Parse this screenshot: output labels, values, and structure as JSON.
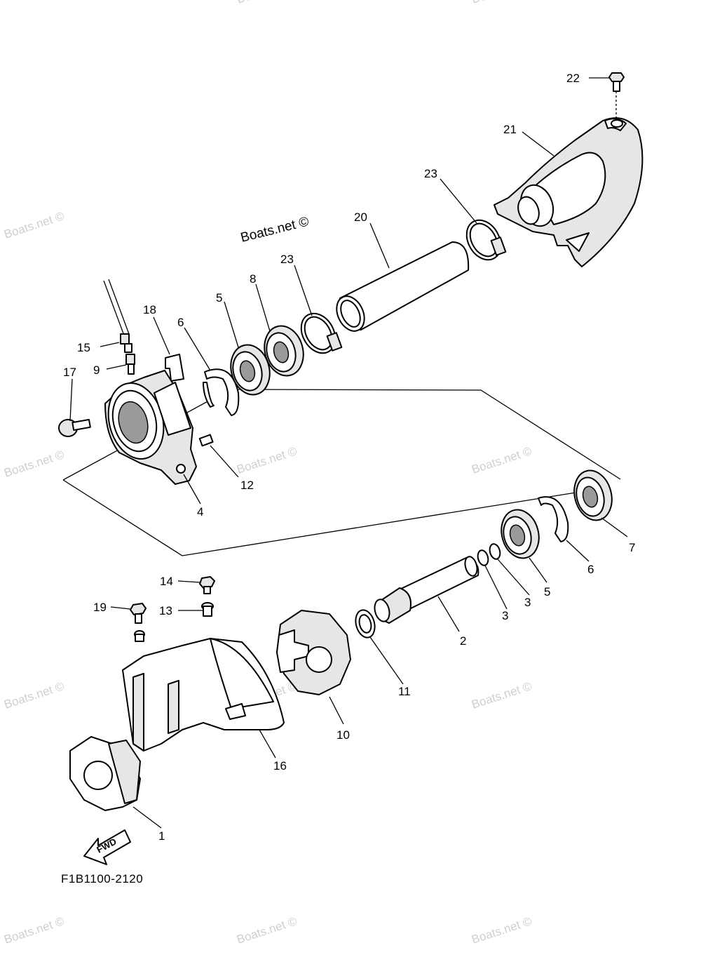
{
  "diagram": {
    "code": "F1B1100-2120",
    "brand_watermark": "Boats.net ©",
    "fwd_label": "FWD",
    "callouts": [
      {
        "id": "c1",
        "text": "1"
      },
      {
        "id": "c2",
        "text": "2"
      },
      {
        "id": "c3a",
        "text": "3"
      },
      {
        "id": "c3b",
        "text": "3"
      },
      {
        "id": "c4",
        "text": "4"
      },
      {
        "id": "c5a",
        "text": "5"
      },
      {
        "id": "c5b",
        "text": "5"
      },
      {
        "id": "c6a",
        "text": "6"
      },
      {
        "id": "c6b",
        "text": "6"
      },
      {
        "id": "c7",
        "text": "7"
      },
      {
        "id": "c8",
        "text": "8"
      },
      {
        "id": "c9",
        "text": "9"
      },
      {
        "id": "c10",
        "text": "10"
      },
      {
        "id": "c11",
        "text": "11"
      },
      {
        "id": "c12",
        "text": "12"
      },
      {
        "id": "c13",
        "text": "13"
      },
      {
        "id": "c14",
        "text": "14"
      },
      {
        "id": "c15",
        "text": "15"
      },
      {
        "id": "c16",
        "text": "16"
      },
      {
        "id": "c17",
        "text": "17"
      },
      {
        "id": "c18",
        "text": "18"
      },
      {
        "id": "c19",
        "text": "19"
      },
      {
        "id": "c20",
        "text": "20"
      },
      {
        "id": "c21",
        "text": "21"
      },
      {
        "id": "c22",
        "text": "22"
      },
      {
        "id": "c23a",
        "text": "23"
      },
      {
        "id": "c23b",
        "text": "23"
      }
    ]
  }
}
